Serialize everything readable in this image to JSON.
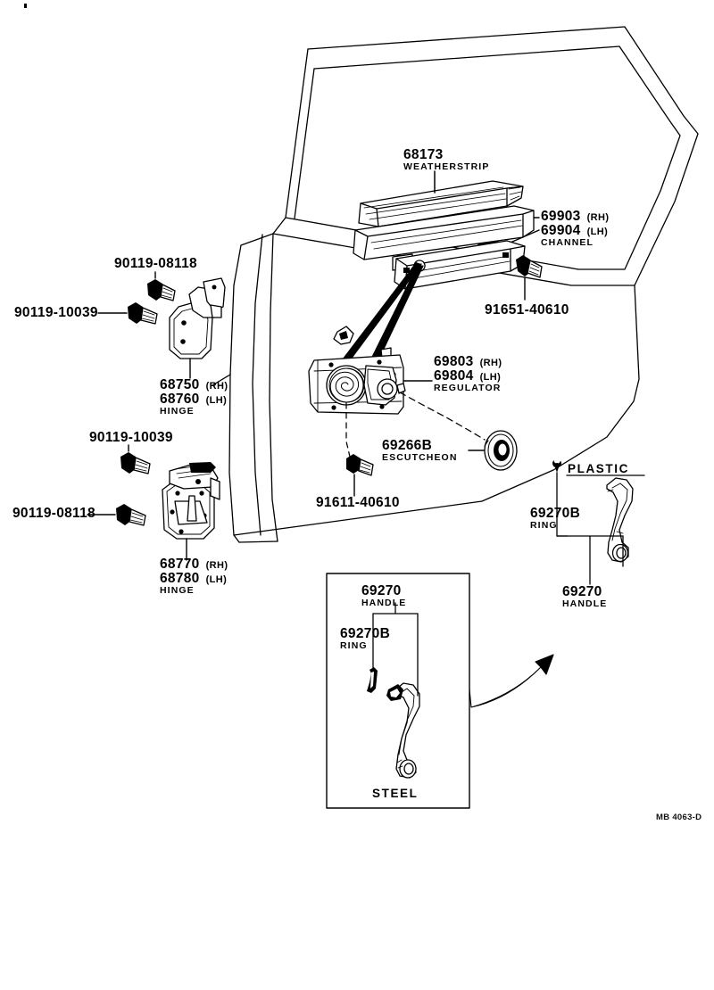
{
  "diagram": {
    "title": "Rear Door Window Regulator & Hinge",
    "footer_code": "MB 4063-D",
    "ink_color": "#000000",
    "background_color": "#ffffff"
  },
  "parts": [
    {
      "id": "weatherstrip",
      "number": "68173",
      "name": "WEATHERSTRIP",
      "sides": []
    },
    {
      "id": "channel",
      "number_rh": "69903",
      "number_lh": "69904",
      "side_rh": "(RH)",
      "side_lh": "(LH)",
      "name": "CHANNEL"
    },
    {
      "id": "upper-hinge",
      "number_rh": "68750",
      "number_lh": "68760",
      "side_rh": "(RH)",
      "side_lh": "(LH)",
      "name": "HINGE"
    },
    {
      "id": "lower-hinge",
      "number_rh": "68770",
      "number_lh": "68780",
      "side_rh": "(RH)",
      "side_lh": "(LH)",
      "name": "HINGE"
    },
    {
      "id": "regulator",
      "number_rh": "69803",
      "number_lh": "69804",
      "side_rh": "(RH)",
      "side_lh": "(LH)",
      "name": "REGULATOR"
    },
    {
      "id": "escutcheon",
      "number": "69266B",
      "name": "ESCUTCHEON"
    },
    {
      "id": "bolt-upper-a",
      "number": "90119-08118",
      "name": ""
    },
    {
      "id": "bolt-upper-b",
      "number": "90119-10039",
      "name": ""
    },
    {
      "id": "bolt-lower-a",
      "number": "90119-10039",
      "name": ""
    },
    {
      "id": "bolt-lower-b",
      "number": "90119-08118",
      "name": ""
    },
    {
      "id": "screw-channel",
      "number": "91651-40610",
      "name": ""
    },
    {
      "id": "screw-regulator",
      "number": "91611-40610",
      "name": ""
    },
    {
      "id": "handle-plastic",
      "number": "69270",
      "name": "HANDLE",
      "material": "PLASTIC"
    },
    {
      "id": "ring-plastic",
      "number": "69270B",
      "name": "RING"
    },
    {
      "id": "handle-steel",
      "number": "69270",
      "name": "HANDLE",
      "material": "STEEL"
    },
    {
      "id": "ring-steel",
      "number": "69270B",
      "name": "RING"
    }
  ],
  "labels": {
    "weatherstrip_number": "68173",
    "weatherstrip_name": "WEATHERSTRIP",
    "channel_rh_number": "69903",
    "channel_rh_side": "(RH)",
    "channel_lh_number": "69904",
    "channel_lh_side": "(LH)",
    "channel_name": "CHANNEL",
    "bolt_u_a": "90119-08118",
    "bolt_u_b": "90119-10039",
    "hinge_u_rh": "68750",
    "hinge_u_rh_side": "(RH)",
    "hinge_u_lh": "68760",
    "hinge_u_lh_side": "(LH)",
    "hinge_u_name": "HINGE",
    "bolt_l_a": "90119-10039",
    "bolt_l_b": "90119-08118",
    "hinge_l_rh": "68770",
    "hinge_l_rh_side": "(RH)",
    "hinge_l_lh": "68780",
    "hinge_l_lh_side": "(LH)",
    "hinge_l_name": "HINGE",
    "screw_channel": "91651-40610",
    "regulator_rh": "69803",
    "regulator_rh_side": "(RH)",
    "regulator_lh": "69804",
    "regulator_lh_side": "(LH)",
    "regulator_name": "REGULATOR",
    "escutcheon_number": "69266B",
    "escutcheon_name": "ESCUTCHEON",
    "screw_regulator": "91611-40610",
    "plastic_material": "PLASTIC",
    "plastic_ring_number": "69270B",
    "plastic_ring_name": "RING",
    "plastic_handle_number": "69270",
    "plastic_handle_name": "HANDLE",
    "steel_handle_number": "69270",
    "steel_handle_name": "HANDLE",
    "steel_ring_number": "69270B",
    "steel_ring_name": "RING",
    "steel_material": "STEEL",
    "footer": "MB 4063-D"
  }
}
